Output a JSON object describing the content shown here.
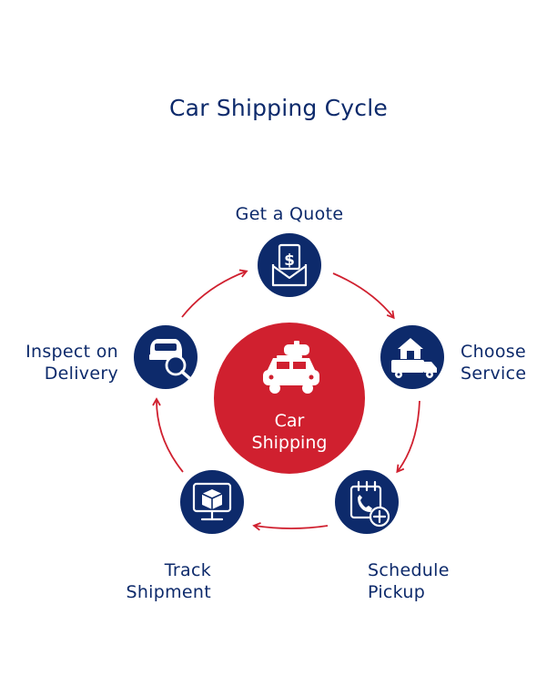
{
  "title": "Car Shipping Cycle",
  "center": {
    "line1": "Car",
    "line2": "Shipping",
    "icon": "car-with-roof-box-icon"
  },
  "steps": [
    {
      "line1": "Get a Quote",
      "line2": "",
      "icon": "dollar-envelope-icon"
    },
    {
      "line1": "Choose",
      "line2": "Service",
      "icon": "moving-truck-house-icon"
    },
    {
      "line1": "Schedule",
      "line2": "Pickup",
      "icon": "calendar-phone-add-icon"
    },
    {
      "line1": "Track",
      "line2": "Shipment",
      "icon": "monitor-package-icon"
    },
    {
      "line1": "Inspect on",
      "line2": "Delivery",
      "icon": "car-magnifier-icon"
    }
  ],
  "colors": {
    "navy": "#0d2a6b",
    "red": "#d0202f",
    "white": "#ffffff"
  }
}
